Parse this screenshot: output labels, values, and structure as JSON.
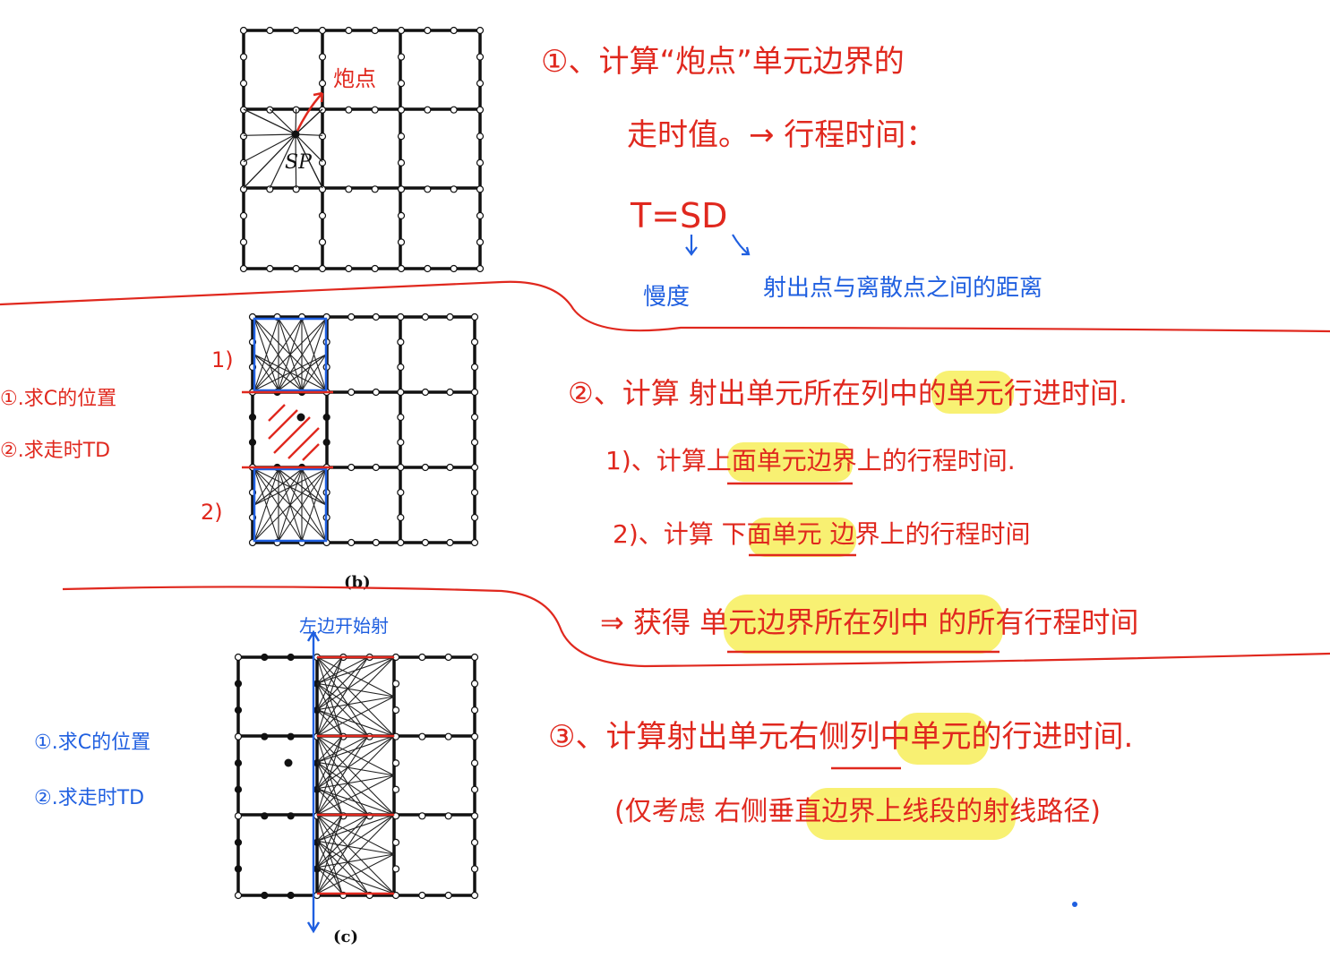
{
  "colors": {
    "red_ink": "#e0281e",
    "blue_ink": "#1f5fe0",
    "grid": "#111111",
    "highlight": "#f7ee5a"
  },
  "panel_a": {
    "label_sp": "SP",
    "annotation_paodian": "炮点"
  },
  "panel_b": {
    "caption": "(b)",
    "side_mark_upper": "1)",
    "side_mark_lower": "2)",
    "left_note_1": "①.求C的位置",
    "left_note_2": "②.求走时TD"
  },
  "panel_c": {
    "caption": "(c)",
    "top_note": "左边开始射",
    "left_note_1": "①.求C的位置",
    "left_note_2": "②.求走时TD"
  },
  "notes": {
    "n1_line1": "①、计算“炮点”单元边界的",
    "n1_line2": "走时值。→ 行程时间：",
    "formula": "T=SD",
    "formula_s_label": "慢度",
    "formula_d_label": "射出点与离散点之间的距离",
    "n2_title": "②、计算 射出单元所在列中的单元行进时间.",
    "n2_item1": "1)、计算上面单元边界上的行程时间.",
    "n2_item2": "2)、计算 下面单元 边界上的行程时间",
    "n2_result": "⇒ 获得 单元边界所在列中 的所有行程时间",
    "n3_title": "③、计算射出单元右侧列中单元的行进时间.",
    "n3_note": "(仅考虑 右侧垂直边界上线段的射线路径)"
  }
}
